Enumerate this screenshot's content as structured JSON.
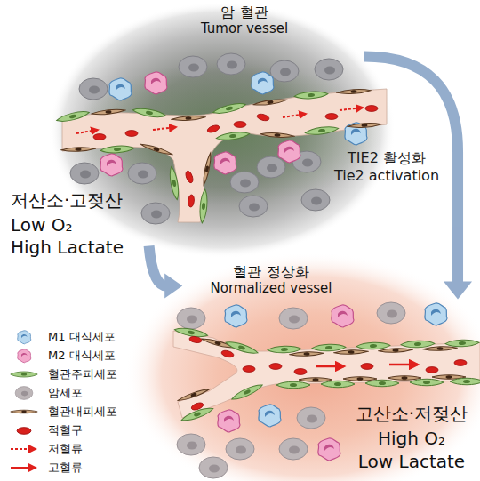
{
  "diagram": {
    "nodes": [
      {
        "text": [
          "암 혈관",
          "Tumor vessel",
          "저산소·고젖산",
          "Low O₂",
          "High Lactate"
        ]
      },
      {
        "text": [
          "혈관 정상화",
          "Normalized vessel",
          "고산소·저젖산",
          "High O₂",
          "Low Lactate"
        ]
      }
    ],
    "edges": [
      {
        "from": 0,
        "to": 1,
        "label": "TIE2 활성화 Tie2 activation",
        "arrow": "to"
      },
      {
        "from": 0,
        "to": 1,
        "arrow": "to"
      }
    ],
    "legend": [
      {
        "text": "M1 대식세포"
      },
      {
        "text": "M2 대식세포"
      },
      {
        "text": "혈관주피세포"
      },
      {
        "text": "암세포"
      },
      {
        "text": "혈관내피세포"
      },
      {
        "text": "적혈구"
      },
      {
        "text": "저혈류"
      },
      {
        "text": "고혈류"
      }
    ]
  }
}
